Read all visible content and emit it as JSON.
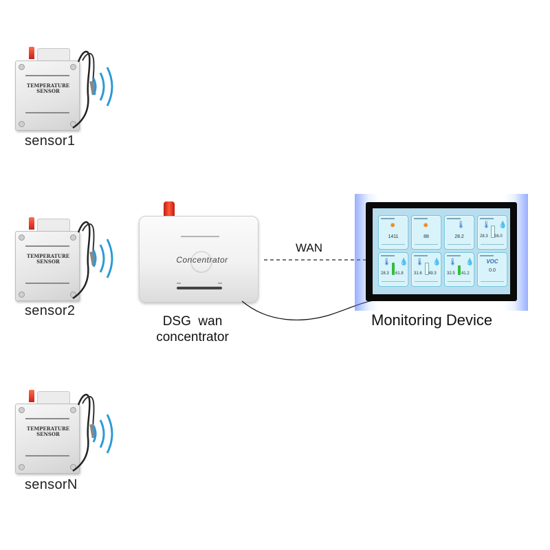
{
  "sensors": [
    {
      "caption": "sensor1",
      "title": "TEMPERATURE SENSOR"
    },
    {
      "caption": "sensor2",
      "title": "TEMPERATURE SENSOR"
    },
    {
      "caption": "sensorN",
      "title": "TEMPERATURE SENSOR"
    }
  ],
  "concentrator": {
    "device_label": "Concentrator",
    "caption_line1": "DSG  wan",
    "caption_line2": "concentrator"
  },
  "link": {
    "label": "WAN"
  },
  "monitor": {
    "caption": "Monitoring Device",
    "tiles": [
      {
        "icon": "sun-icon",
        "value": "1411"
      },
      {
        "icon": "sun-icon",
        "value": "88"
      },
      {
        "icon": "thermometer-icon",
        "value": "28.2"
      },
      {
        "icon": "thermometer-humidity-icon",
        "value_a": "28.3",
        "value_b": "56.0"
      },
      {
        "icon": "thermometer-humidity-icon",
        "value_a": "28.3",
        "value_b": "61.8"
      },
      {
        "icon": "thermometer-humidity-icon",
        "value_a": "31.6",
        "value_b": "49.3"
      },
      {
        "icon": "thermometer-humidity-icon",
        "value_a": "32.5",
        "value_b": "41.2"
      },
      {
        "icon": "voc-icon",
        "title": "VOC",
        "value": "0.0"
      }
    ]
  },
  "colors": {
    "antenna": "#d8281c",
    "wave": "#2b9ad6",
    "screen": "#b8ddee",
    "tile_border": "#6fc5de",
    "bar": "#2fbf3a"
  }
}
